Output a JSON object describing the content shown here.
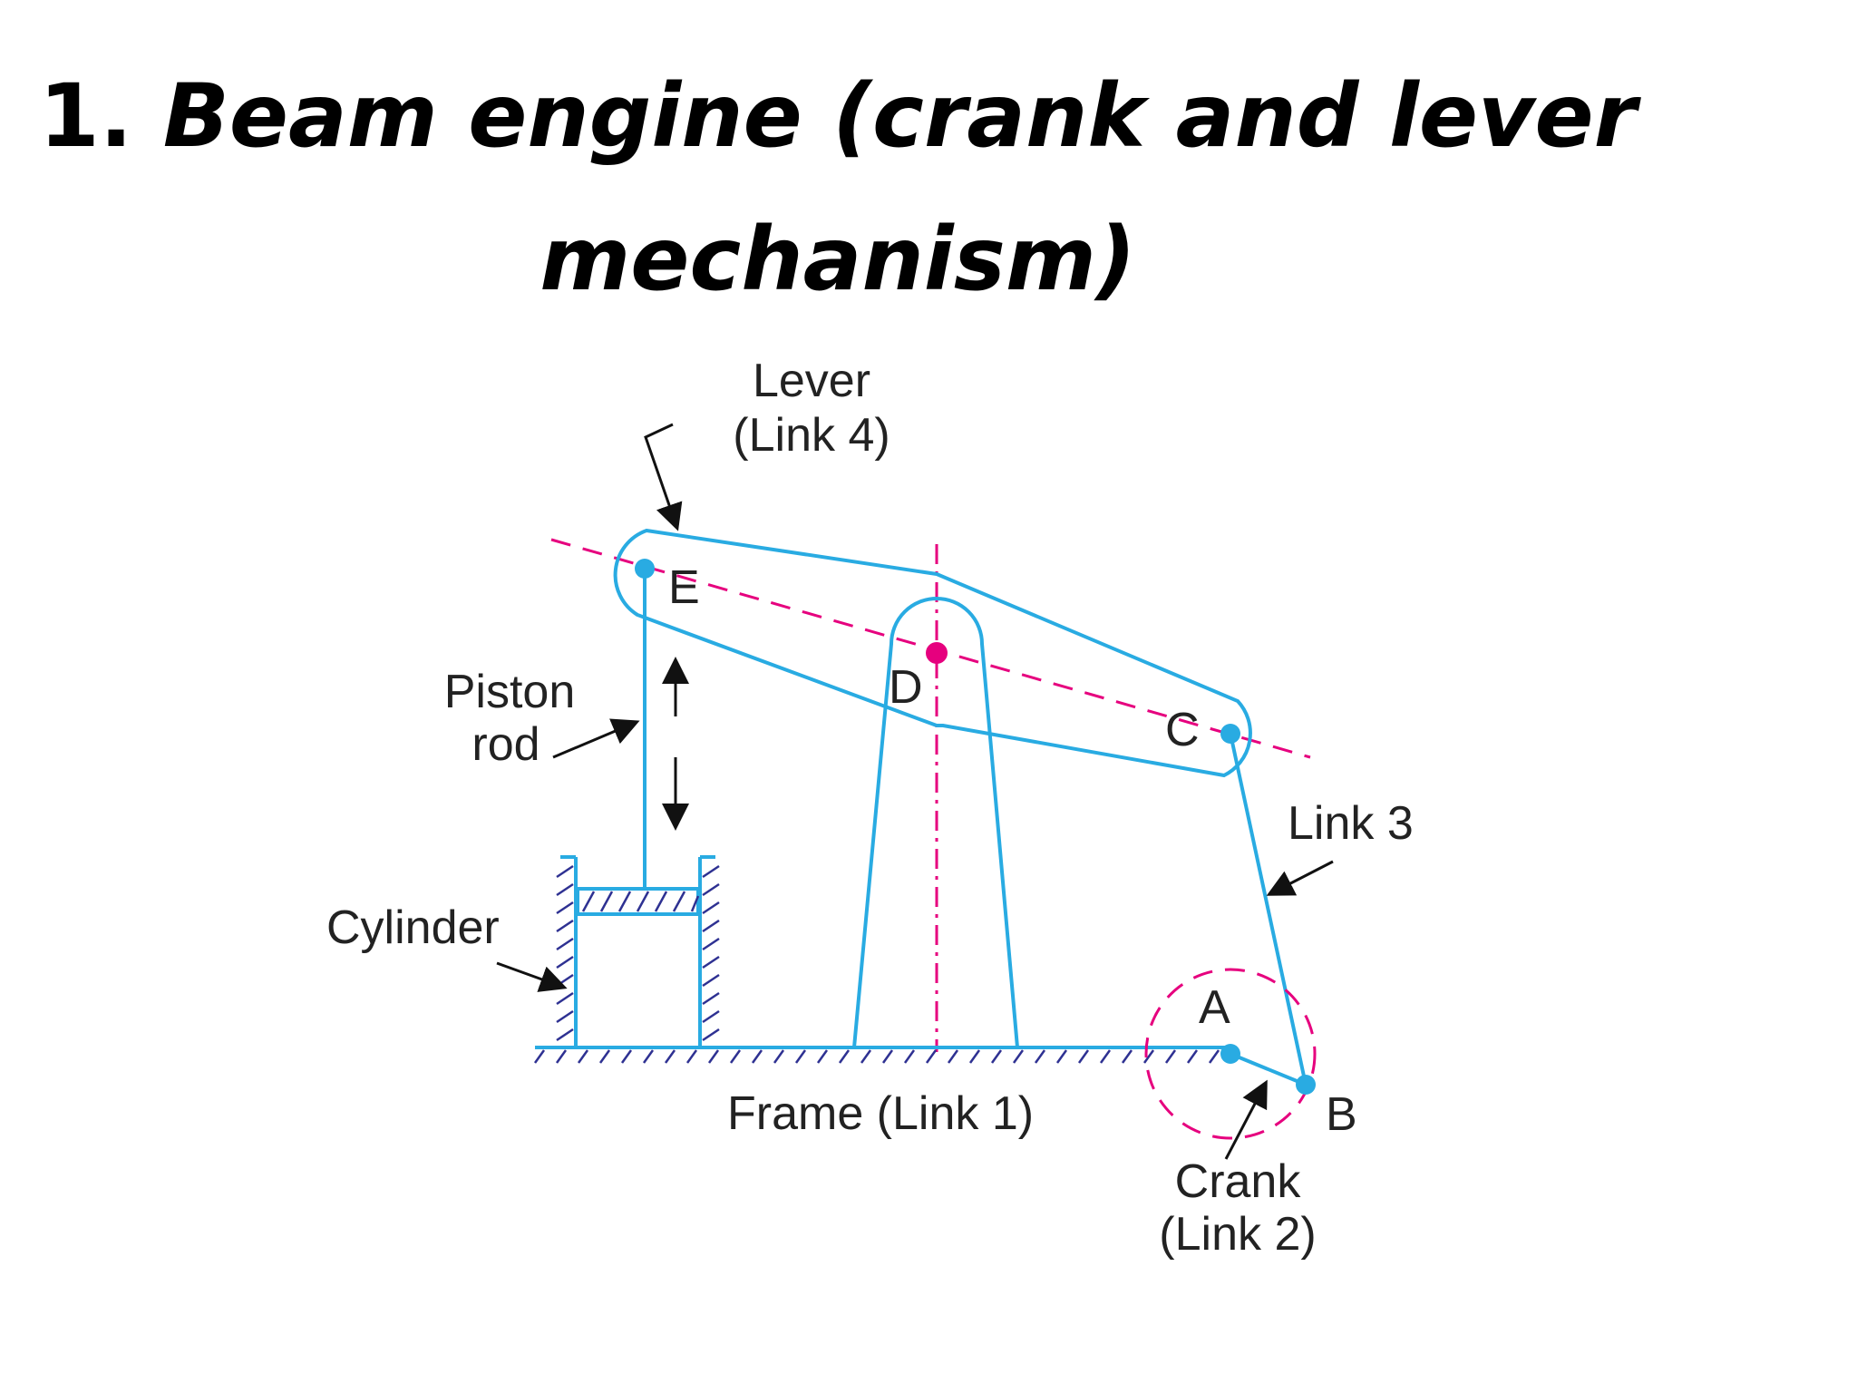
{
  "title": {
    "number": "1.",
    "line1": "Beam engine (crank and lever",
    "line2": "mechanism)"
  },
  "labels": {
    "lever_line1": "Lever",
    "lever_line2": "(Link 4)",
    "piston_line1": "Piston",
    "piston_line2": "rod",
    "cylinder": "Cylinder",
    "frame": "Frame (Link 1)",
    "crank_line1": "Crank",
    "crank_line2": "(Link 2)",
    "link3": "Link 3",
    "point_a": "A",
    "point_b": "B",
    "point_c": "C",
    "point_d": "D",
    "point_e": "E"
  },
  "colors": {
    "link": "#29abe2",
    "pivot_fixed": "#e6007e",
    "hatch": "#2e3192",
    "text": "#222222"
  }
}
